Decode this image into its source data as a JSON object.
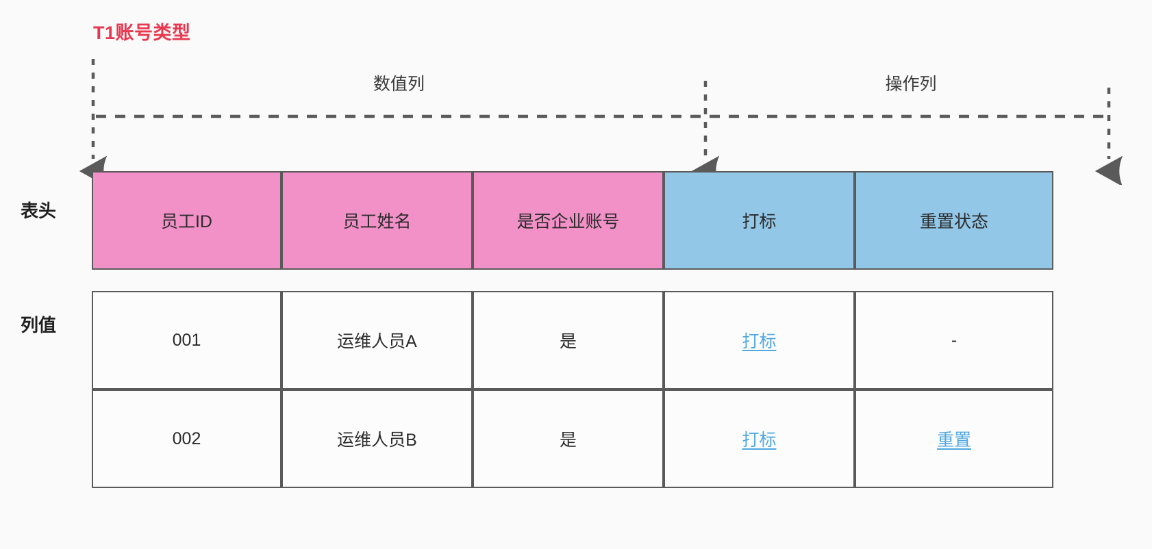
{
  "title": "T1账号类型",
  "annotations": {
    "numeric_group_label": "数值列",
    "action_group_label": "操作列"
  },
  "row_labels": {
    "header": "表头",
    "values": "列值"
  },
  "colors": {
    "title": "#E8384F",
    "numeric_header_fill": "#F191C8",
    "action_header_fill": "#92C7E8",
    "link": "#4FA8E0",
    "border": "#5A5A5A",
    "annotation": "#5A5A5A"
  },
  "table": {
    "columns": [
      {
        "header": "员工ID",
        "group": "numeric"
      },
      {
        "header": "员工姓名",
        "group": "numeric"
      },
      {
        "header": "是否企业账号",
        "group": "numeric"
      },
      {
        "header": "打标",
        "group": "action"
      },
      {
        "header": "重置状态",
        "group": "action"
      }
    ],
    "rows": [
      {
        "employee_id": "001",
        "employee_name": "运维人员A",
        "is_enterprise_account": "是",
        "tag_action": "打标",
        "reset_status": "-"
      },
      {
        "employee_id": "002",
        "employee_name": "运维人员B",
        "is_enterprise_account": "是",
        "tag_action": "打标",
        "reset_status": "重置"
      }
    ]
  }
}
